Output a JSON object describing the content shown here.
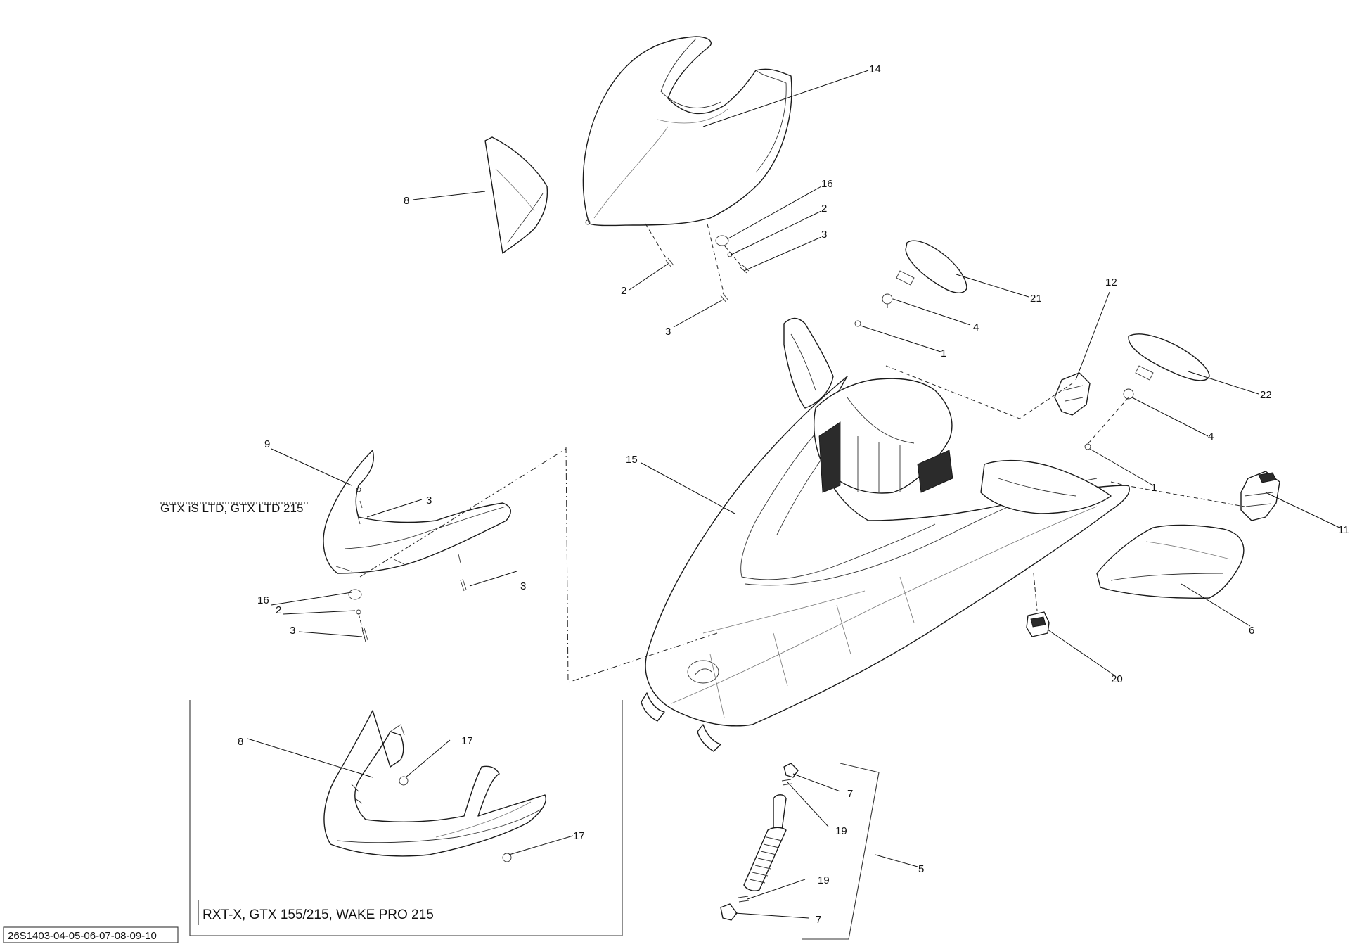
{
  "callouts": {
    "c14": "14",
    "c8_top": "8",
    "c16_top": "16",
    "c2_top_a": "2",
    "c3_top_a": "3",
    "c2_top_b": "2",
    "c3_top_b": "3",
    "c21": "21",
    "c4_a": "4",
    "c1_a": "1",
    "c12": "12",
    "c22": "22",
    "c4_b": "4",
    "c1_b": "1",
    "c11": "11",
    "c15": "15",
    "c6": "6",
    "c20": "20",
    "c9": "9",
    "c3_left_a": "3",
    "c3_left_b": "3",
    "c16_left": "16",
    "c2_left": "2",
    "c3_left_c": "3",
    "c8_bottom": "8",
    "c17_a": "17",
    "c17_b": "17",
    "c7_a": "7",
    "c19_a": "19",
    "c5": "5",
    "c19_b": "19",
    "c7_b": "7"
  },
  "notes": {
    "ltd_models": "GTX iS LTD, GTX LTD 215",
    "rxt_models": "RXT-X, GTX 155/215, WAKE PRO 215"
  },
  "reference_code": "26S1403-04-05-06-07-08-09-10"
}
